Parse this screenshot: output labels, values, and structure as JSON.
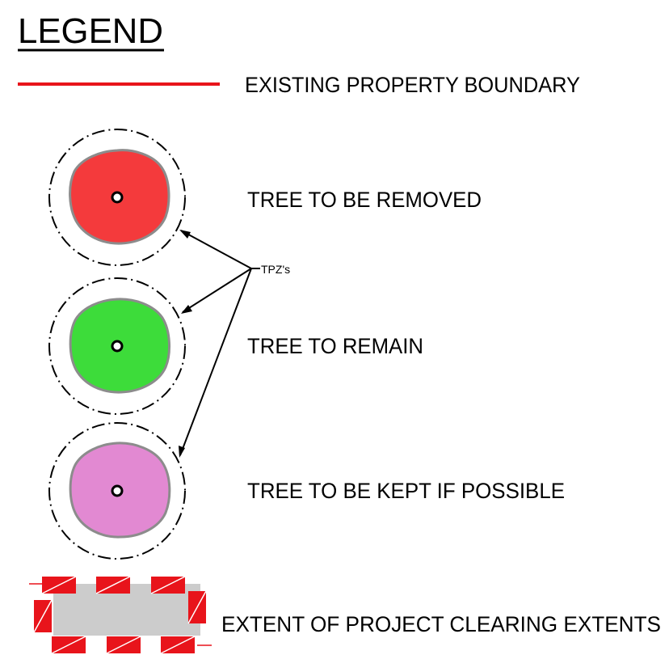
{
  "title": "LEGEND",
  "items": {
    "property_boundary": {
      "label": "EXISTING PROPERTY BOUNDARY",
      "color": "#e8141b"
    },
    "tree_removed": {
      "label": "TREE TO BE REMOVED",
      "color": "#f43a3c"
    },
    "tree_remain": {
      "label": "TREE TO REMAIN",
      "color": "#3ddc3a"
    },
    "tree_kept": {
      "label": "TREE TO BE KEPT IF POSSIBLE",
      "color": "#e289d2"
    },
    "clearing_extents": {
      "label": "EXTENT OF PROJECT CLEARING EXTENTS",
      "fill": "#cccccc",
      "hatch": "#e8141b"
    }
  },
  "callout": {
    "label": "TPZ's"
  },
  "colors": {
    "canopy_edge": "#8c8c8c",
    "line": "#000000"
  }
}
